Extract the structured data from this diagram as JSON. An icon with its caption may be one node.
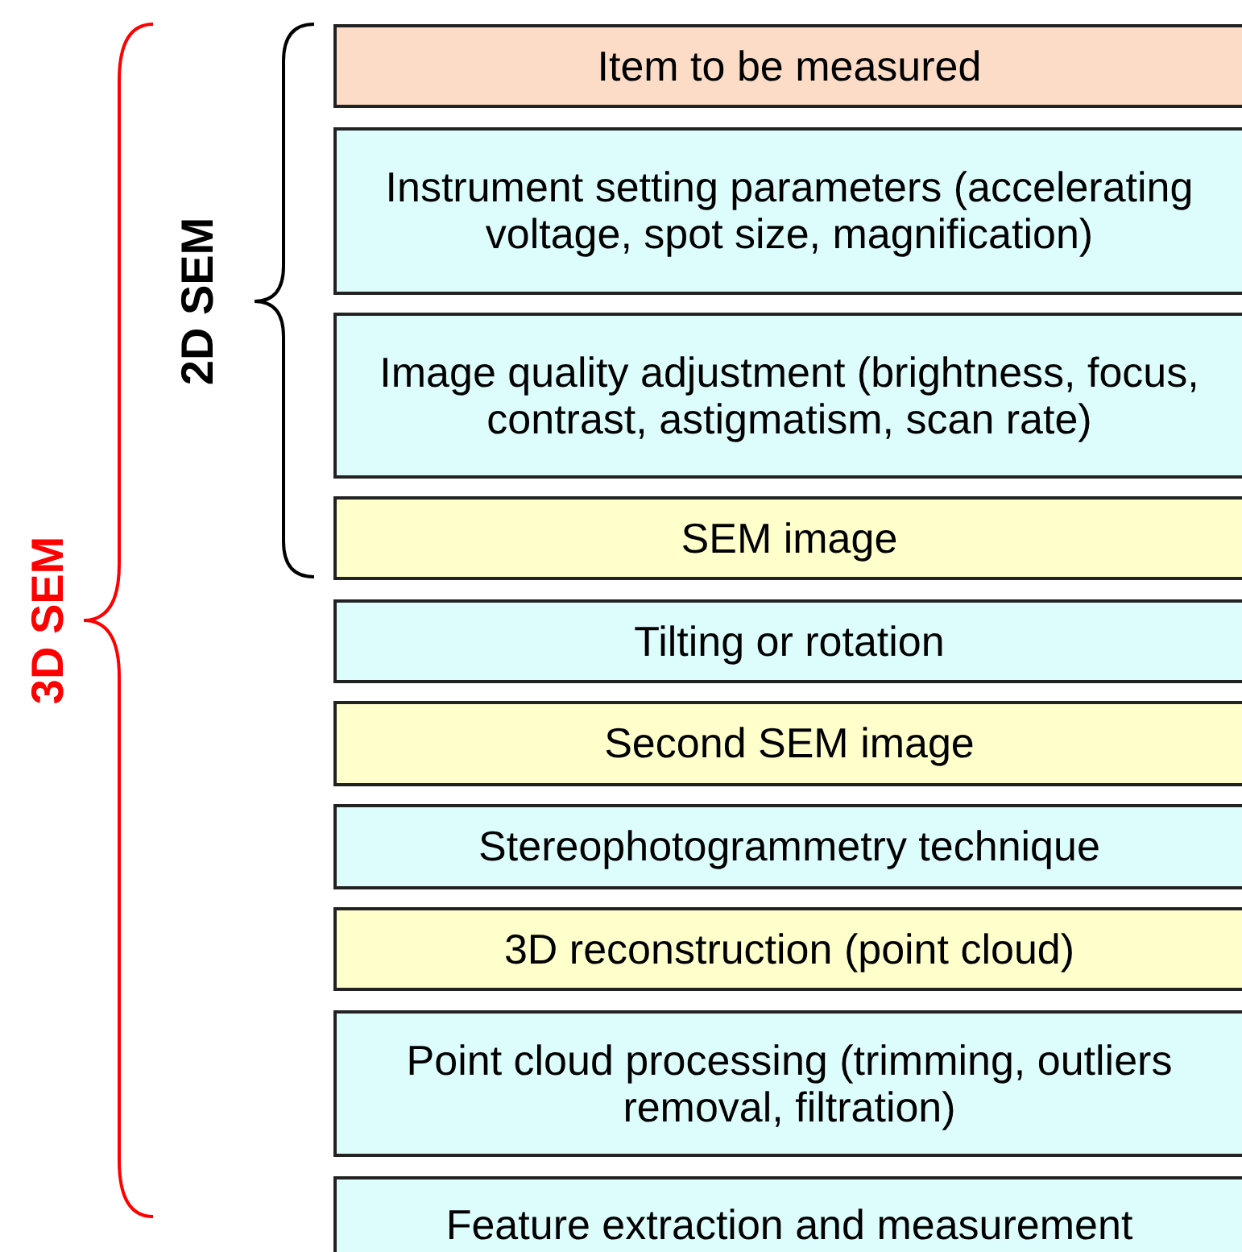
{
  "diagram": {
    "nodes": [
      {
        "text": [
          "Item to be measured"
        ]
      },
      {
        "text": [
          "Instrument setting parameters (accelerating voltage, spot size, magnification)"
        ]
      },
      {
        "text": [
          "Image quality adjustment (brightness, focus, contrast, astigmatism, scan rate)"
        ]
      },
      {
        "text": [
          "SEM image"
        ]
      },
      {
        "text": [
          "Tilting or rotation"
        ]
      },
      {
        "text": [
          "Second SEM image"
        ]
      },
      {
        "text": [
          "Stereophotogrammetry technique"
        ]
      },
      {
        "text": [
          "3D reconstruction (point cloud)"
        ]
      },
      {
        "text": [
          "Point cloud processing (trimming, outliers removal, filtration)"
        ]
      },
      {
        "text": [
          "Feature extraction and measurement"
        ]
      }
    ],
    "edges": [],
    "labels": [
      "2D SEM",
      "3D SEM"
    ]
  }
}
